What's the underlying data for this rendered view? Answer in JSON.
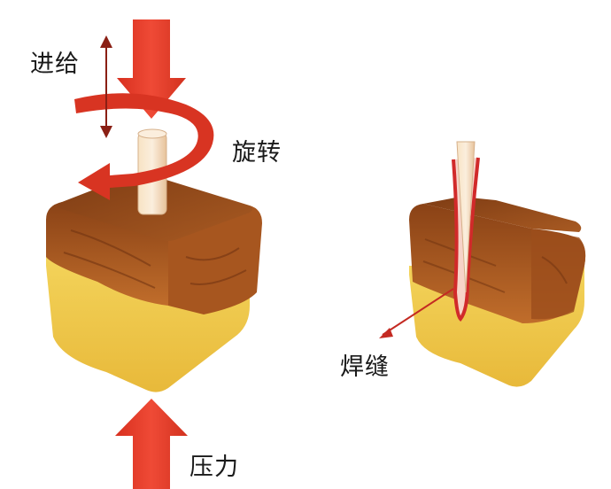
{
  "labels": {
    "feed": "进给",
    "rotation": "旋转",
    "weld_seam": "焊缝",
    "pressure": "压力"
  },
  "colors": {
    "arrow_red": "#e23a2a",
    "wood_top": "#9a4f1f",
    "wood_front": "#b0662c",
    "wood_bottom": "#f1c84a",
    "pin": "#f5d8b3",
    "seam": "#d12a2a"
  }
}
